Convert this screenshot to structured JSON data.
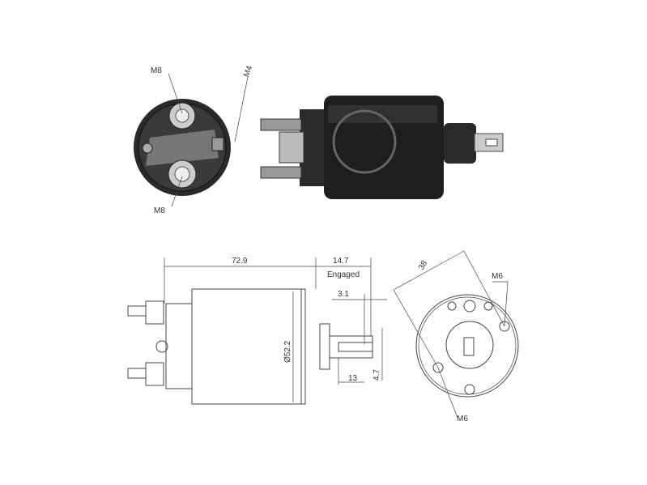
{
  "end_view_labels": {
    "top_stud": "M8",
    "small_terminal": "M4",
    "bottom_stud": "M8"
  },
  "side_view": {
    "length": "72.9",
    "stroke": "14.7",
    "stroke_note": "Engaged",
    "offset": "3.1",
    "diameter": "Ø52.2",
    "slot_length": "13",
    "slot_width": "4.7"
  },
  "front_view": {
    "bolt_spacing": "38",
    "mount_top": "M6",
    "mount_bottom": "M6"
  },
  "colors": {
    "line": "#444444",
    "body_dark": "#1e1e1e"
  }
}
